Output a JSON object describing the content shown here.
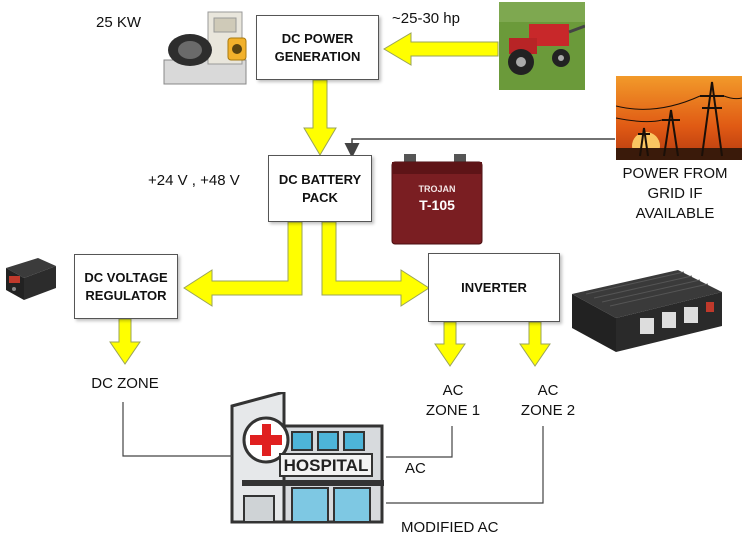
{
  "nodes": {
    "dc_power_generation": "DC POWER\nGENERATION",
    "dc_battery_pack": "DC BATTERY\nPACK",
    "dc_voltage_regulator": "DC VOLTAGE\nREGULATOR",
    "inverter": "INVERTER"
  },
  "labels": {
    "generator_power": "25 KW",
    "engine_power": "~25-30 hp",
    "battery_voltage": "+24 V , +48 V",
    "grid_power": "POWER FROM\nGRID IF\nAVAILABLE",
    "dc_zone": "DC ZONE",
    "ac_zone_1": "AC\nZONE 1",
    "ac_zone_2": "AC\nZONE 2",
    "ac_line": "AC",
    "modified_ac_line": "MODIFIED AC"
  },
  "images": {
    "battery_brand": "TROJAN",
    "battery_model": "T-105",
    "hospital_sign": "HOSPITAL"
  },
  "edges": [
    {
      "from": "engine",
      "to": "dc_power_generation",
      "style": "thick-arrow"
    },
    {
      "from": "dc_power_generation",
      "to": "dc_battery_pack",
      "style": "thick-arrow"
    },
    {
      "from": "grid",
      "to": "dc_battery_pack",
      "style": "thin-arrow"
    },
    {
      "from": "dc_battery_pack",
      "to": "dc_voltage_regulator",
      "style": "thick-arrow"
    },
    {
      "from": "dc_battery_pack",
      "to": "inverter",
      "style": "thick-arrow"
    },
    {
      "from": "dc_voltage_regulator",
      "to": "dc_zone",
      "style": "thick-arrow"
    },
    {
      "from": "inverter",
      "to": "ac_zone_1",
      "style": "thick-arrow"
    },
    {
      "from": "inverter",
      "to": "ac_zone_2",
      "style": "thick-arrow"
    },
    {
      "from": "dc_zone",
      "to": "hospital",
      "style": "line"
    },
    {
      "from": "ac_zone_1",
      "to": "hospital",
      "style": "line"
    },
    {
      "from": "ac_zone_2",
      "to": "hospital",
      "style": "line"
    }
  ],
  "colors": {
    "arrow_fill": "#ffff00",
    "arrow_stroke": "#9aa35a",
    "battery_body": "#7a1e22",
    "hospital_red": "#e02020",
    "sunset_orange": "#e8761c"
  }
}
